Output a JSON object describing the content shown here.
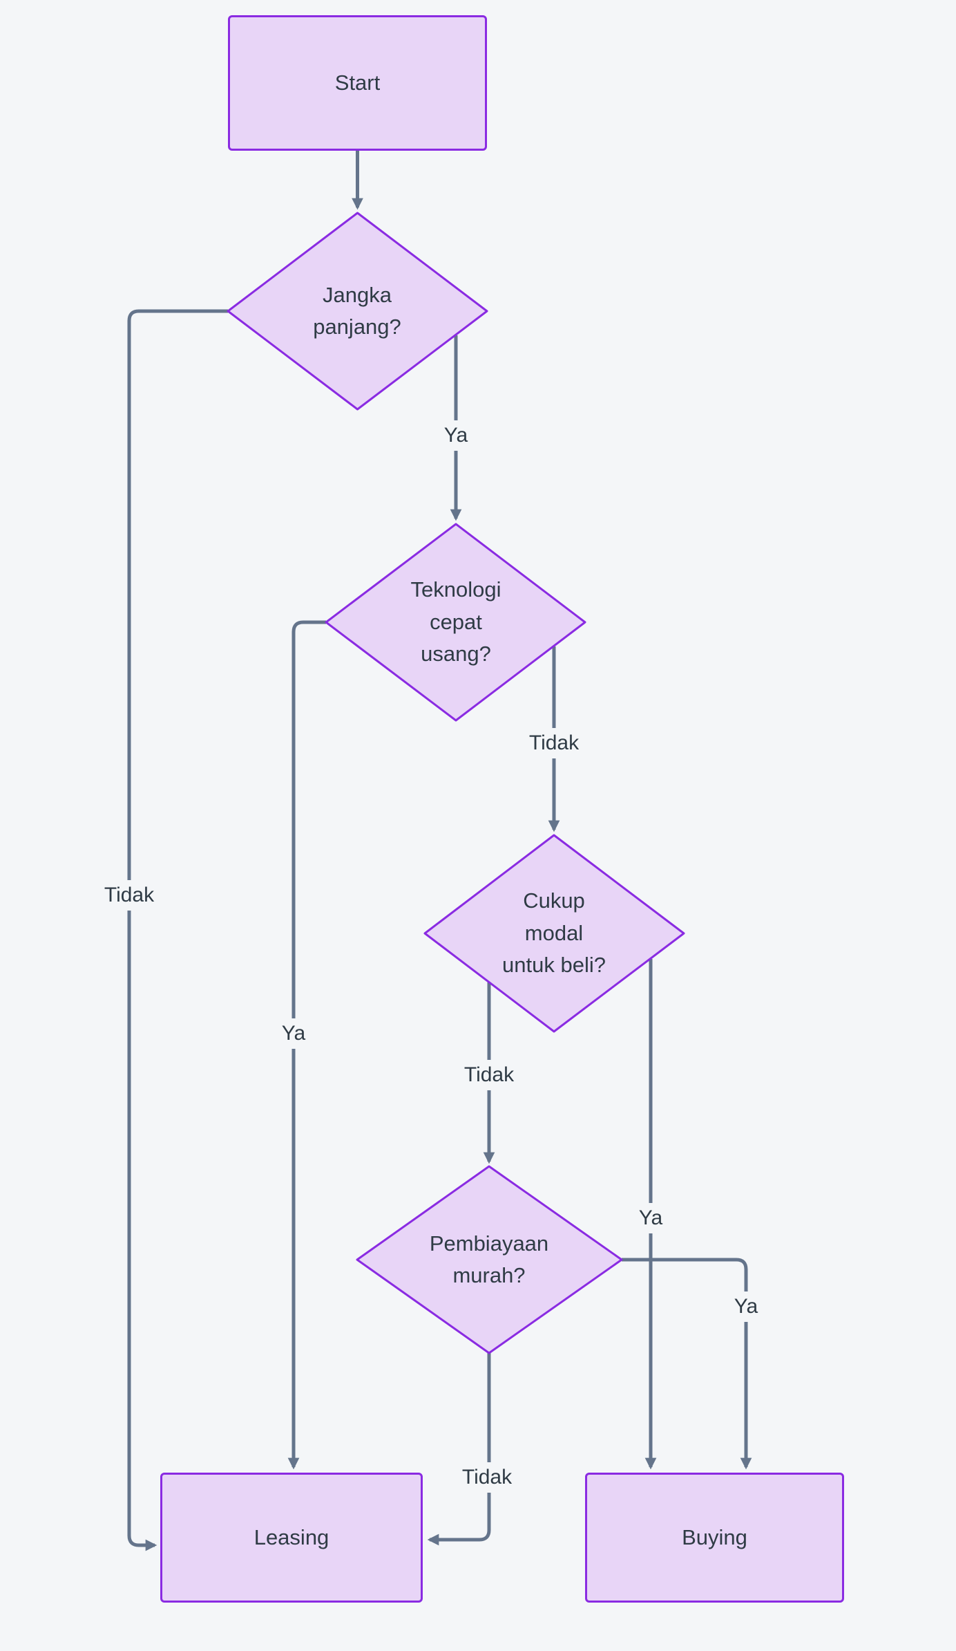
{
  "theme": {
    "bg": "#f4f6f8",
    "node-fill": "#e8d5f7",
    "node-border": "#8a2be2",
    "edge": "#64748b",
    "text": "#2f3b45"
  },
  "nodes": {
    "start": {
      "label": "Start",
      "type": "start"
    },
    "jangka_panjang": {
      "label": "Jangka\npanjang?",
      "type": "decision"
    },
    "teknologi": {
      "label": "Teknologi\ncepat\nusang?",
      "type": "decision"
    },
    "cukup_modal": {
      "label": "Cukup\nmodal\nuntuk beli?",
      "type": "decision"
    },
    "pembiayaan": {
      "label": "Pembiayaan\nmurah?",
      "type": "decision"
    },
    "leasing": {
      "label": "Leasing",
      "type": "result"
    },
    "buying": {
      "label": "Buying",
      "type": "result"
    }
  },
  "edges": {
    "start_to_jangka": {
      "from": "start",
      "to": "jangka_panjang",
      "label": ""
    },
    "jangka_to_teknologi": {
      "from": "jangka_panjang",
      "to": "teknologi",
      "label": "Ya"
    },
    "jangka_to_leasing": {
      "from": "jangka_panjang",
      "to": "leasing",
      "label": "Tidak"
    },
    "teknologi_to_cukup": {
      "from": "teknologi",
      "to": "cukup_modal",
      "label": "Tidak"
    },
    "teknologi_to_leasing": {
      "from": "teknologi",
      "to": "leasing",
      "label": "Ya"
    },
    "cukup_to_pembiayaan": {
      "from": "cukup_modal",
      "to": "pembiayaan",
      "label": "Tidak"
    },
    "cukup_to_buying": {
      "from": "cukup_modal",
      "to": "buying",
      "label": "Ya"
    },
    "pembiayaan_to_buying": {
      "from": "pembiayaan",
      "to": "buying",
      "label": "Ya"
    },
    "pembiayaan_to_leasing": {
      "from": "pembiayaan",
      "to": "leasing",
      "label": "Tidak"
    }
  }
}
